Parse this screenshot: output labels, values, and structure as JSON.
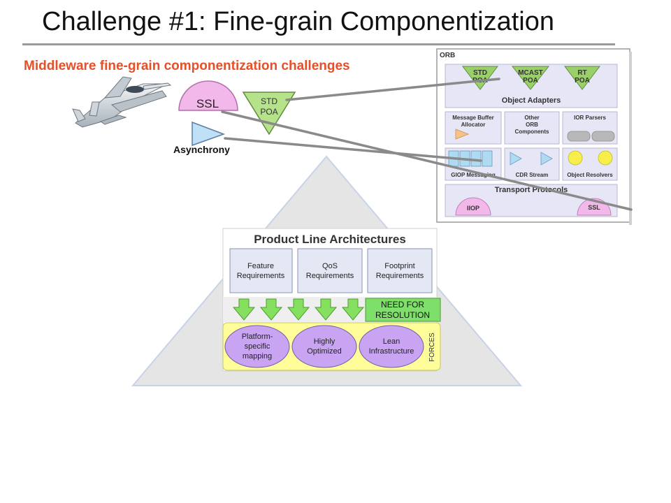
{
  "slide": {
    "title": "Challenge #1: Fine-grain Componentization",
    "subtitle": "Middleware fine-grain componentization challenges"
  },
  "components": {
    "ssl": "SSL",
    "std_poa_line1": "STD",
    "std_poa_line2": "POA",
    "asynchrony": "Asynchrony"
  },
  "orb": {
    "title": "ORB",
    "adapters": [
      {
        "line1": "STD",
        "line2": "POA"
      },
      {
        "line1": "MCAST",
        "line2": "POA"
      },
      {
        "line1": "RT",
        "line2": "POA"
      }
    ],
    "adapters_label": "Object Adapters",
    "message_buffer_line1": "Message Buffer",
    "message_buffer_line2": "Allocator",
    "other_line1": "Other",
    "other_line2": "ORB",
    "other_line3": "Components",
    "ior_parsers": "IOR Parsers",
    "giop": "GIOP Messaging",
    "cdr": "CDR Stream",
    "resolvers": "Object Resolvers",
    "transport": "Transport Protocols",
    "iiop": "IIOP",
    "ssl": "SSL"
  },
  "pla": {
    "title": "Product Line Architectures",
    "requirements": [
      {
        "line1": "Feature",
        "line2": "Requirements"
      },
      {
        "line1": "QoS",
        "line2": "Requirements"
      },
      {
        "line1": "Footprint",
        "line2": "Requirements"
      }
    ],
    "need_line1": "NEED FOR",
    "need_line2": "RESOLUTION",
    "forces": [
      {
        "line1": "Platform-",
        "line2": "specific",
        "line3": "mapping"
      },
      {
        "line1": "Highly",
        "line2": "Optimized",
        "line3": ""
      },
      {
        "line1": "Lean",
        "line2": "Infrastructure",
        "line3": ""
      }
    ],
    "forces_label": "FORCES"
  },
  "colors": {
    "subtitle": "#e5502a",
    "ssl_fill": "#f2b8ea",
    "poa_fill": "#b5e28a",
    "async_fill": "#bfe0f7",
    "orb_section": "#e6e6f6",
    "forces_fill": "#fdfd9a",
    "forces_ellipse": "#c8a4f2",
    "need_fill": "#7ee06a",
    "arrow_green": "#86e060",
    "pyramid": "#e5e5e5"
  }
}
